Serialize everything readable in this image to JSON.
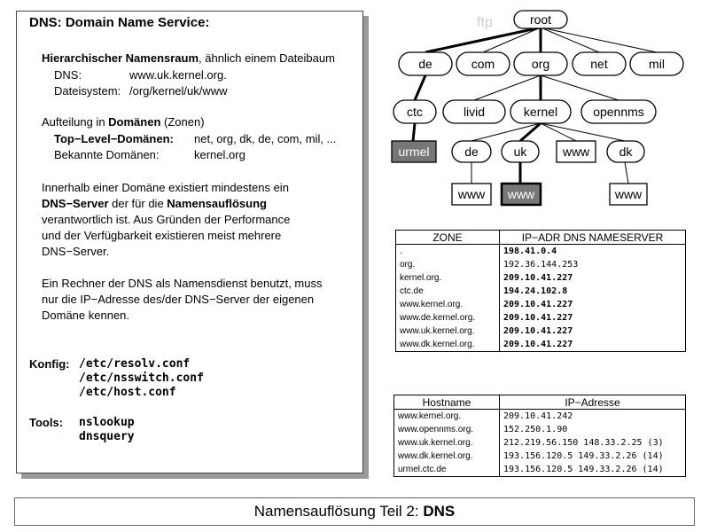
{
  "panel": {
    "title": "DNS: Domain Name Service:",
    "hier_bold": "Hierarchischer Namensraum",
    "hier_rest": ", ähnlich einem Dateibaum",
    "dns_label": "DNS:",
    "dns_value": "www.uk.kernel.org.",
    "fs_label": "Dateisystem:",
    "fs_value": "/org/kernel/uk/www",
    "aufteilung_pre": "Aufteilung in ",
    "aufteilung_bold": "Domänen",
    "aufteilung_post": " (Zonen)",
    "tld_label": "Top−Level−Domänen:",
    "tld_value": "net, org, dk, de, com, mil, ...",
    "known_label": "Bekannte Domänen:",
    "known_value": "kernel.org",
    "p1_l1": "Innerhalb einer Domäne existiert mindestens ein",
    "p1_l2_b1": "DNS−Server",
    "p1_l2_m": " der für die ",
    "p1_l2_b2": "Namensauflösung",
    "p1_l3": "verantwortlich ist. Aus Gründen der Performance",
    "p1_l4": "und der Verfügbarkeit existieren meist mehrere",
    "p1_l5": "DNS−Server.",
    "p2_l1": "Ein Rechner der DNS als Namensdienst benutzt, muss",
    "p2_l2": "nur die IP−Adresse des/der DNS−Server der eigenen",
    "p2_l3": "Domäne kennen.",
    "konfig_label": "Konfig:",
    "konfig_files": [
      "/etc/resolv.conf",
      "/etc/nsswitch.conf",
      "/etc/host.conf"
    ],
    "tools_label": "Tools:",
    "tools": [
      "nslookup",
      "dnsquery"
    ]
  },
  "tree": {
    "watermark": "ftp",
    "nodes": {
      "root": "root",
      "de": "de",
      "com": "com",
      "org": "org",
      "net": "net",
      "mil": "mil",
      "ctc": "ctc",
      "livid": "livid",
      "kernel": "kernel",
      "opennms": "opennms",
      "urmel": "urmel",
      "de2": "de",
      "uk": "uk",
      "www_k": "www",
      "dk": "dk",
      "www_de": "www",
      "www_uk": "www",
      "www_dk": "www"
    }
  },
  "zone_table": {
    "headers": [
      "ZONE",
      "IP−ADR DNS NAMESERVER"
    ],
    "rows": [
      [
        ".",
        "198.41.0.4"
      ],
      [
        "org.",
        "192.36.144.253"
      ],
      [
        "kernel.org.",
        "209.10.41.227"
      ],
      [
        "ctc.de",
        "194.24.102.8"
      ],
      [
        "www.kernel.org.",
        "209.10.41.227"
      ],
      [
        "www.de.kernel.org.",
        "209.10.41.227"
      ],
      [
        "www.uk.kernel.org.",
        "209.10.41.227"
      ],
      [
        "www.dk.kernel.org.",
        "209.10.41.227"
      ]
    ]
  },
  "host_table": {
    "headers": [
      "Hostname",
      "IP−Adresse"
    ],
    "rows": [
      [
        "www.kernel.org.",
        "209.10.41.242"
      ],
      [
        "www.opennms.org.",
        "152.250.1.90"
      ],
      [
        "www.uk.kernel.org.",
        "212.219.56.150  148.33.2.25  (3)"
      ],
      [
        "www.dk.kernel.org.",
        "193.156.120.5  149.33.2.26  (14)"
      ],
      [
        "urmel.ctc.de",
        "193.156.120.5  149.33.2.26  (14)"
      ]
    ]
  },
  "footer": {
    "title_pre": "Namensauflösung Teil 2: ",
    "title_bold": "DNS"
  }
}
